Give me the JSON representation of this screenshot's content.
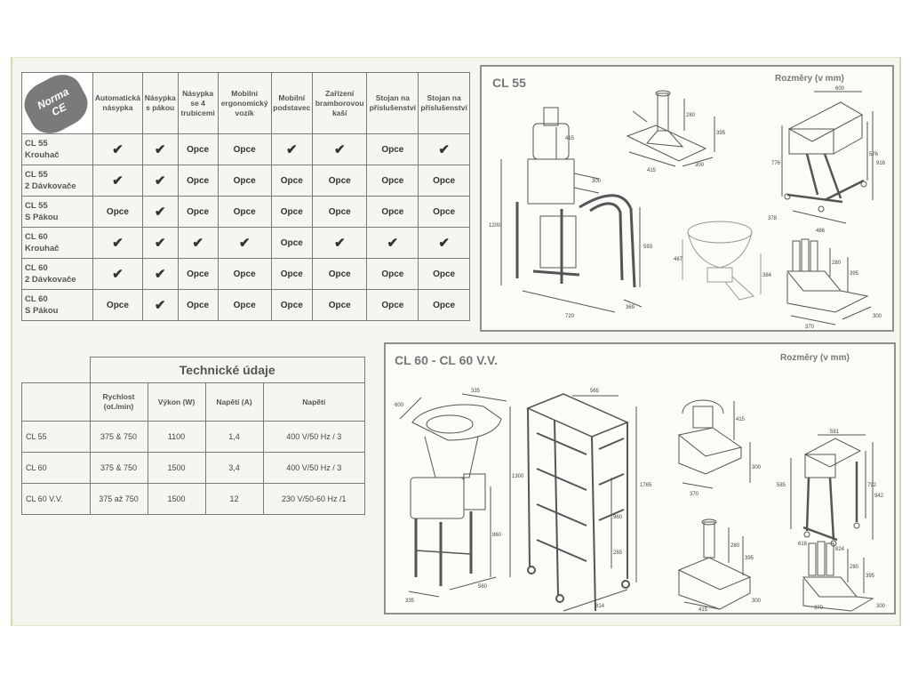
{
  "badge": {
    "line1": "Norma",
    "line2": "CE"
  },
  "options_table": {
    "headers": [
      "Automatická násypka",
      "Násypka s pákou",
      "Násypka se 4 trubicemi",
      "Mobilní ergonomický vozík",
      "Mobilní podstavec",
      "Zařízení bramborovou kaší",
      "Stojan na příslušenství",
      "Stojan na příslušenství"
    ],
    "rows": [
      {
        "model": [
          "CL 55",
          "Krouhač"
        ],
        "cells": [
          "✔",
          "✔",
          "Opce",
          "Opce",
          "✔",
          "✔",
          "Opce",
          "✔"
        ]
      },
      {
        "model": [
          "CL 55",
          "2 Dávkovače"
        ],
        "cells": [
          "✔",
          "✔",
          "Opce",
          "Opce",
          "Opce",
          "Opce",
          "Opce",
          "Opce"
        ]
      },
      {
        "model": [
          "CL 55",
          "S Pákou"
        ],
        "cells": [
          "Opce",
          "✔",
          "Opce",
          "Opce",
          "Opce",
          "Opce",
          "Opce",
          "Opce"
        ]
      },
      {
        "model": [
          "CL 60",
          "Krouhač"
        ],
        "cells": [
          "✔",
          "✔",
          "✔",
          "✔",
          "Opce",
          "✔",
          "✔",
          "✔"
        ]
      },
      {
        "model": [
          "CL 60",
          "2 Dávkovače"
        ],
        "cells": [
          "✔",
          "✔",
          "Opce",
          "Opce",
          "Opce",
          "Opce",
          "Opce",
          "Opce"
        ]
      },
      {
        "model": [
          "CL 60",
          "S Pákou"
        ],
        "cells": [
          "Opce",
          "✔",
          "Opce",
          "Opce",
          "Opce",
          "Opce",
          "Opce",
          "Opce"
        ]
      }
    ]
  },
  "tech_table": {
    "title": "Technické údaje",
    "headers": [
      "Rychlost (ot./min)",
      "Výkon (W)",
      "Napětí (A)",
      "Napětí"
    ],
    "rows": [
      {
        "model": "CL 55",
        "cells": [
          "375 & 750",
          "1100",
          "1,4",
          "400 V/50 Hz / 3"
        ]
      },
      {
        "model": "CL 60",
        "cells": [
          "375 & 750",
          "1500",
          "3,4",
          "400 V/50 Hz / 3"
        ]
      },
      {
        "model": "CL 60 V.V.",
        "cells": [
          "375 až 750",
          "1500",
          "12",
          "230 V/50-60 Hz /1"
        ]
      }
    ]
  },
  "panel_cl55": {
    "title": "CL 55",
    "dimensions_label": "Rozměry (v mm)",
    "labels": [
      "1200",
      "415",
      "300",
      "720",
      "369",
      "593",
      "280",
      "395",
      "415",
      "300",
      "600",
      "776",
      "576",
      "916",
      "378",
      "486",
      "487",
      "384",
      "280",
      "395",
      "370",
      "300"
    ]
  },
  "panel_cl60": {
    "title": "CL 60 - CL 60 V.V.",
    "dimensions_label": "Rozměry (v mm)",
    "labels": [
      "335",
      "600",
      "1300",
      "860",
      "560",
      "335",
      "565",
      "1765",
      "960",
      "285",
      "814",
      "415",
      "370",
      "300",
      "591",
      "585",
      "942",
      "792",
      "618",
      "824",
      "280",
      "395",
      "415",
      "300",
      "280",
      "395",
      "370",
      "300"
    ]
  }
}
